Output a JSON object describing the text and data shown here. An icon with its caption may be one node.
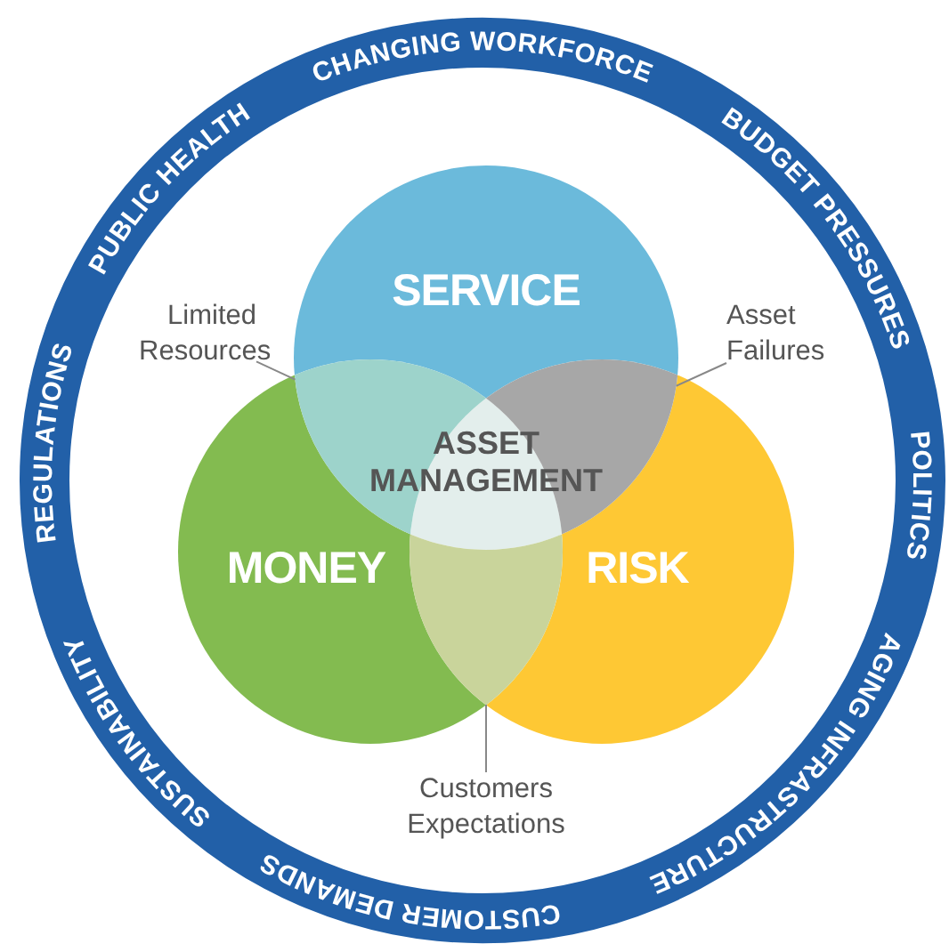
{
  "diagram": {
    "nodes": [
      {
        "text": [
          "SERVICE"
        ]
      },
      {
        "text": [
          "MONEY"
        ]
      },
      {
        "text": [
          "RISK"
        ]
      },
      {
        "text": [
          "ASSET MANAGEMENT"
        ]
      },
      {
        "text": [
          "Limited Resources"
        ]
      },
      {
        "text": [
          "Asset Failures"
        ]
      },
      {
        "text": [
          "Customers Expectations"
        ]
      },
      {
        "text": [],
        "shape": "lens"
      },
      {
        "text": [],
        "shape": "lens"
      },
      {
        "text": [],
        "shape": "lens"
      }
    ],
    "edges": [
      {
        "from": 4,
        "to": 7,
        "arrow": "none"
      },
      {
        "from": 5,
        "to": 8,
        "arrow": "none"
      },
      {
        "from": 6,
        "to": 9,
        "arrow": "none"
      }
    ],
    "labels": [
      "CHANGING WORKFORCE",
      "BUDGET PRESSURES",
      "POLITICS",
      "AGING INFRASTRUCTURE",
      "CUSTOMER DEMANDS",
      "SUSTAINABILITY",
      "REGULATIONS",
      "PUBLIC HEALTH"
    ]
  }
}
